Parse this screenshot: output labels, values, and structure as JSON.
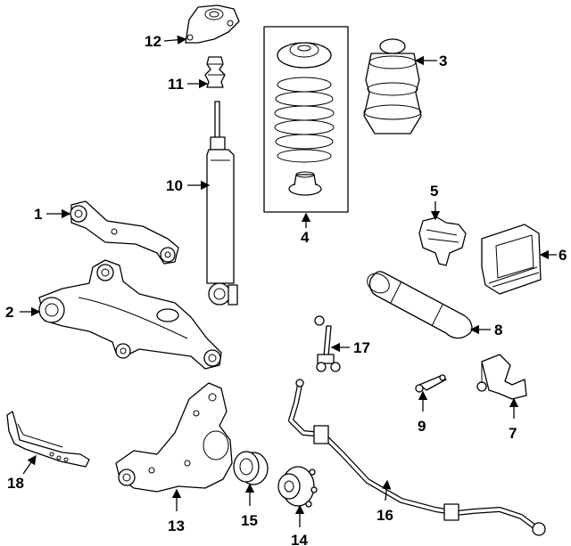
{
  "diagram": {
    "callouts": [
      {
        "id": "1",
        "label": "1"
      },
      {
        "id": "2",
        "label": "2"
      },
      {
        "id": "3",
        "label": "3"
      },
      {
        "id": "4",
        "label": "4"
      },
      {
        "id": "5",
        "label": "5"
      },
      {
        "id": "6",
        "label": "6"
      },
      {
        "id": "7",
        "label": "7"
      },
      {
        "id": "8",
        "label": "8"
      },
      {
        "id": "9",
        "label": "9"
      },
      {
        "id": "10",
        "label": "10"
      },
      {
        "id": "11",
        "label": "11"
      },
      {
        "id": "12",
        "label": "12"
      },
      {
        "id": "13",
        "label": "13"
      },
      {
        "id": "14",
        "label": "14"
      },
      {
        "id": "15",
        "label": "15"
      },
      {
        "id": "16",
        "label": "16"
      },
      {
        "id": "17",
        "label": "17"
      },
      {
        "id": "18",
        "label": "18"
      }
    ],
    "colors": {
      "line": "#000000",
      "background": "#ffffff"
    }
  }
}
